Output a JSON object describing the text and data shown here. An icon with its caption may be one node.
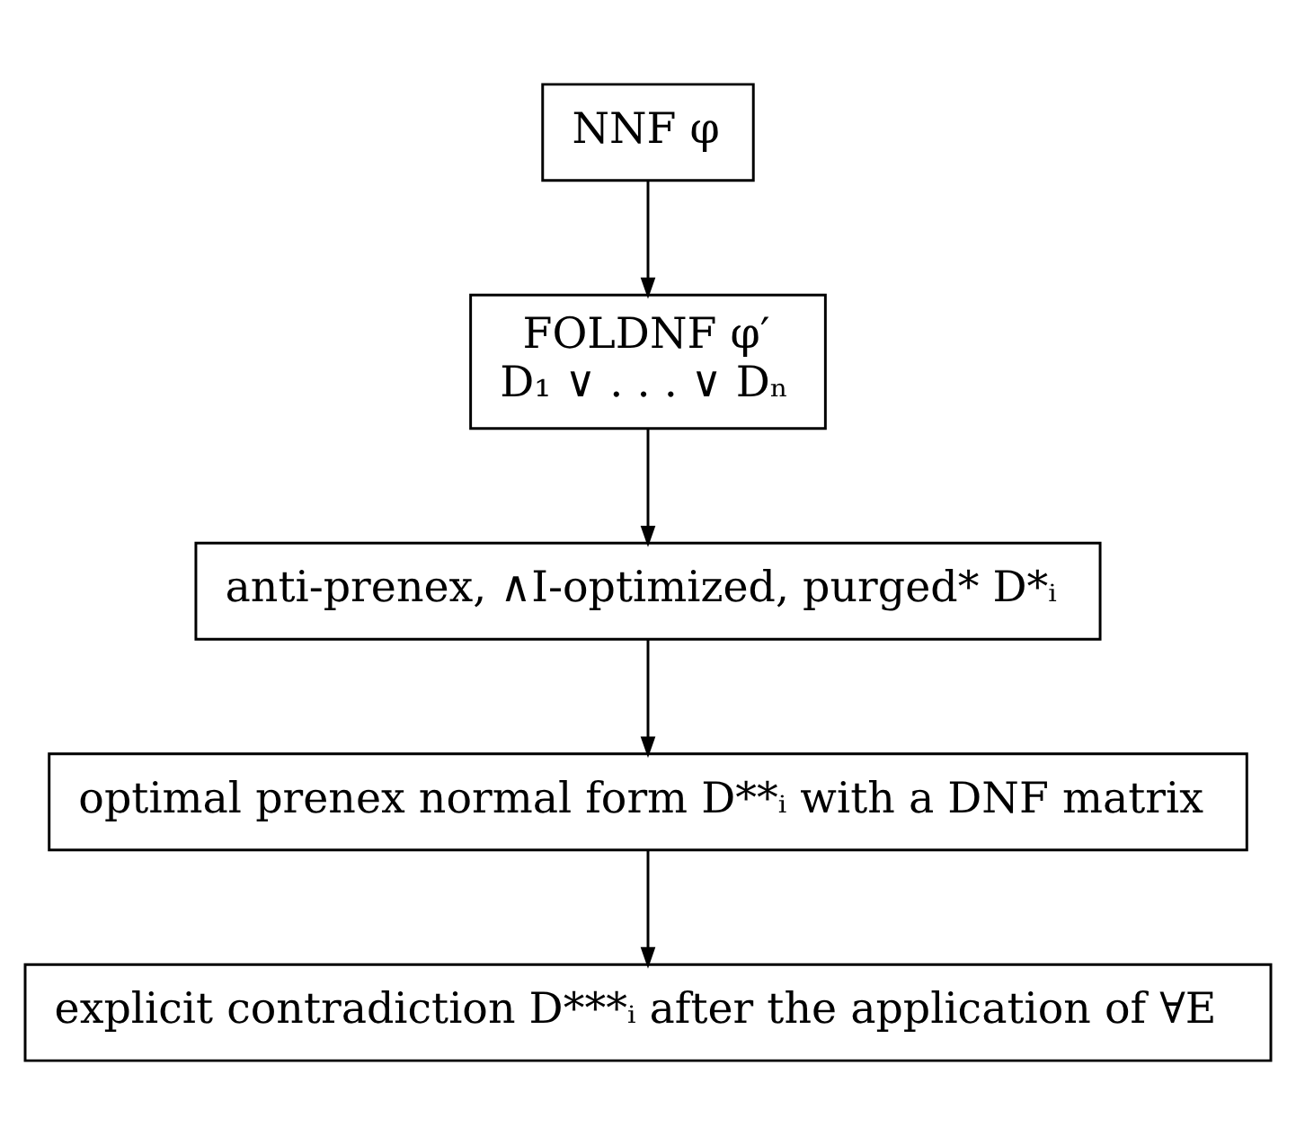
{
  "diagram": {
    "nodes": [
      {
        "text": [
          "NNF φ"
        ]
      },
      {
        "text": [
          "FOLDNF φ′",
          "D₁ ∨ . . . ∨ Dₙ"
        ]
      },
      {
        "text": [
          "anti-prenex, ∧I-optimized, purged* D*ᵢ"
        ]
      },
      {
        "text": [
          "optimal prenex normal form D**ᵢ with a DNF matrix"
        ]
      },
      {
        "text": [
          "explicit contradiction D***ᵢ after the application of ∀E"
        ]
      }
    ],
    "edges": [
      {
        "from": 0,
        "to": 1,
        "arrow": "to"
      },
      {
        "from": 1,
        "to": 2,
        "arrow": "to"
      },
      {
        "from": 2,
        "to": 3,
        "arrow": "to"
      },
      {
        "from": 3,
        "to": 4,
        "arrow": "to"
      }
    ]
  }
}
